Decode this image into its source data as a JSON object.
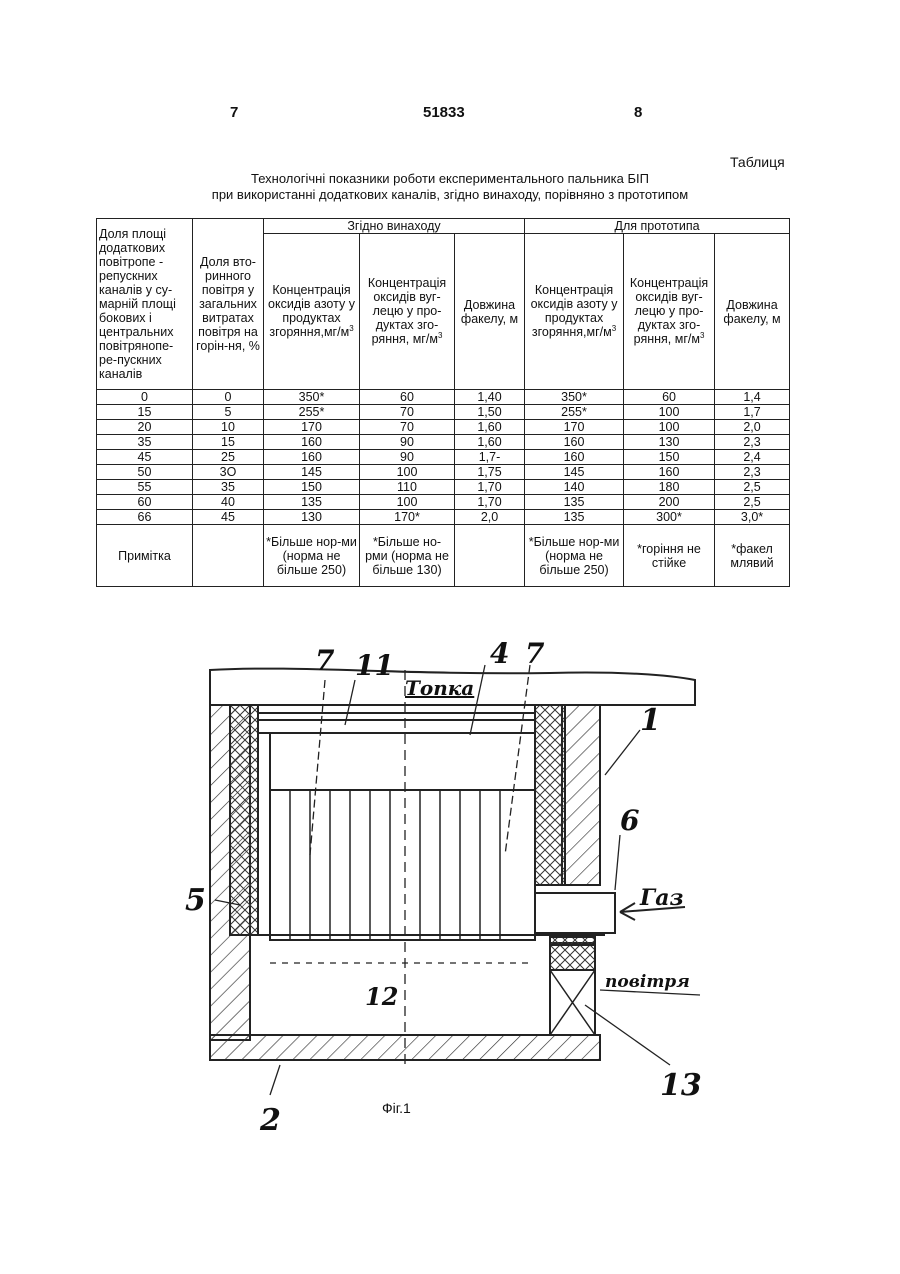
{
  "page_left": "7",
  "page_number": "51833",
  "page_right": "8",
  "table_label": "Таблиця",
  "table_title_1": "Технологічні показники роботи експериментального пальника БІП",
  "table_title_2": "при використанні додаткових каналів, згідно винаходу, порівняно з прототипом",
  "table": {
    "col1_header": "Доля площі додаткових повітропе - репускних каналів у су-марній площі бокових і центральних повітрянопе-ре-пускних каналів",
    "col2_header": "Доля вто-ринного повітря у загальних витратах повітря на горін-ня, %",
    "group1": "Згідно винаходу",
    "group2": "Для прототипа",
    "h_nox": "Концентрація оксидів азоту у продуктах згоряння,мг/м",
    "h_co": "Концентрація оксидів вуг-лецю у про-дуктах зго-ряння, мг/м",
    "h_flame": "Довжина факелу, м",
    "h_nox2": "Концентрація оксидів азоту у продуктах згоряння,мг/м",
    "h_co2": "Концентрація оксидів вуг-лецю у про-дуктах зго-ряння, мг/м",
    "h_flame2": "Довжина факелу, м",
    "sup3": "3",
    "rows": [
      [
        "0",
        "0",
        "350*",
        "60",
        "1,40",
        "350*",
        "60",
        "1,4"
      ],
      [
        "15",
        "5",
        "255*",
        "70",
        "1,50",
        "255*",
        "100",
        "1,7"
      ],
      [
        "20",
        "10",
        "170",
        "70",
        "1,60",
        "170",
        "100",
        "2,0"
      ],
      [
        "35",
        "15",
        "160",
        "90",
        "1,60",
        "160",
        "130",
        "2,3"
      ],
      [
        "45",
        "25",
        "160",
        "90",
        "1,7-",
        "160",
        "150",
        "2,4"
      ],
      [
        "50",
        "3O",
        "145",
        "100",
        "1,75",
        "145",
        "160",
        "2,3"
      ],
      [
        "55",
        "35",
        "150",
        "110",
        "1,70",
        "140",
        "180",
        "2,5"
      ],
      [
        "60",
        "40",
        "135",
        "100",
        "1,70",
        "135",
        "200",
        "2,5"
      ],
      [
        "66",
        "45",
        "130",
        "170*",
        "2,0",
        "135",
        "300*",
        "3,0*"
      ]
    ],
    "note_label": "Примітка",
    "note_nox": "*Більше нор-ми (норма не більше 250)",
    "note_co": "*Більше но-рми (норма не більше 130)",
    "note_nox2": "*Більше нор-ми (норма не більше 250)",
    "note_co2": "*горіння не стійке",
    "note_flame2": "*факел млявий"
  },
  "figure": {
    "label_7a": "7",
    "label_11": "11",
    "label_4": "4",
    "label_7b": "7",
    "label_topka": "Топка",
    "label_1": "1",
    "label_6": "6",
    "label_5": "5",
    "label_gaz": "Газ",
    "label_povitrya": "повітря",
    "label_12": "12",
    "label_13": "13",
    "label_2": "2",
    "caption": "Фіг.1"
  }
}
